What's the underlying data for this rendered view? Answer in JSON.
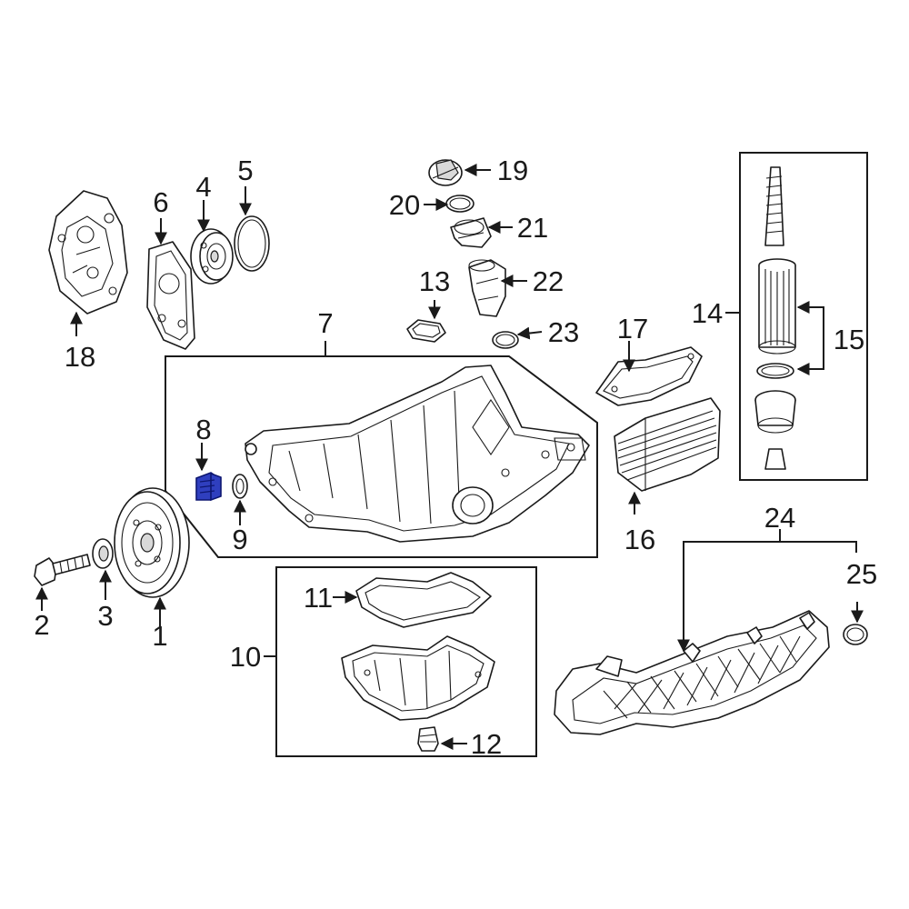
{
  "diagram": {
    "highlight_color": "#2f3fbf",
    "line_color": "#1a1a1a",
    "highlighted_part": "8",
    "callouts": {
      "c1": "1",
      "c2": "2",
      "c3": "3",
      "c4": "4",
      "c5": "5",
      "c6": "6",
      "c7": "7",
      "c8": "8",
      "c9": "9",
      "c10": "10",
      "c11": "11",
      "c12": "12",
      "c13": "13",
      "c14": "14",
      "c15": "15",
      "c16": "16",
      "c17": "17",
      "c18": "18",
      "c19": "19",
      "c20": "20",
      "c21": "21",
      "c22": "22",
      "c23": "23",
      "c24": "24",
      "c25": "25"
    }
  }
}
